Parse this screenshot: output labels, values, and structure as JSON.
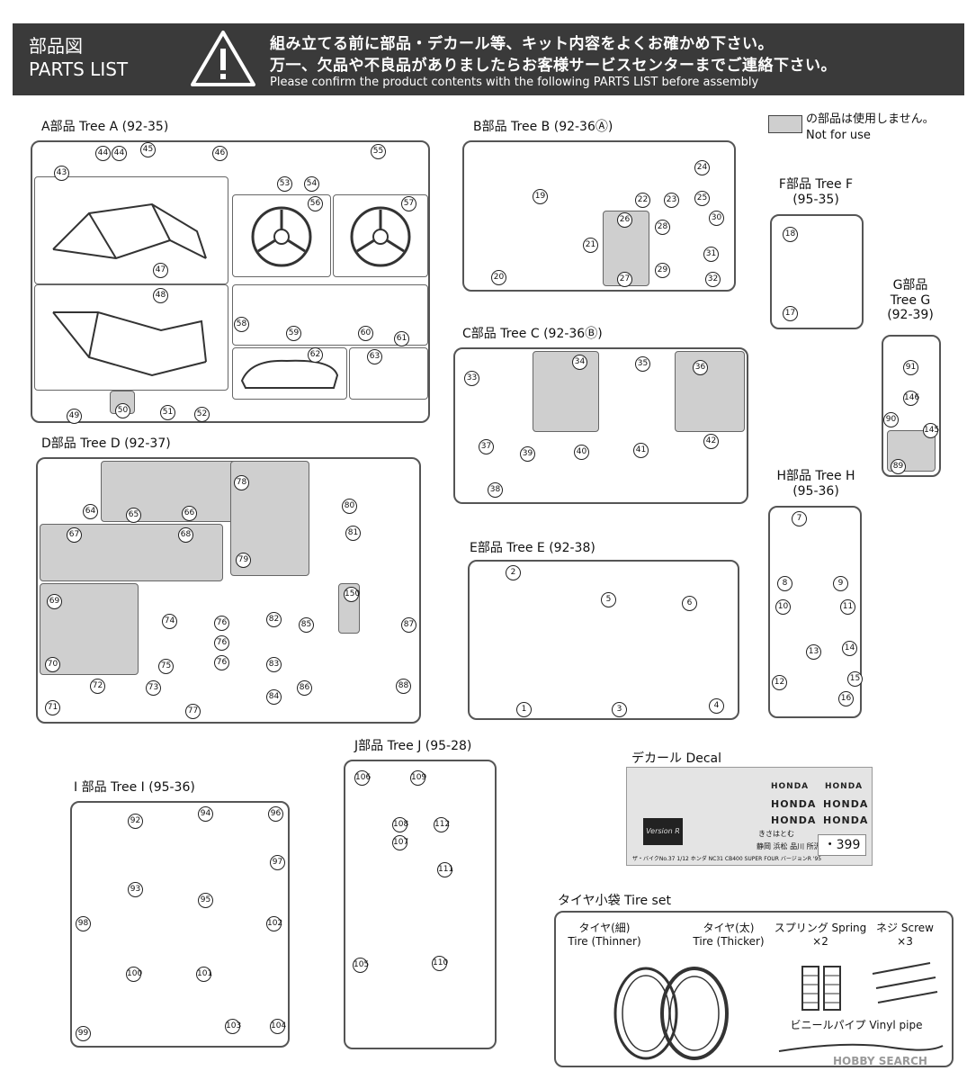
{
  "header": {
    "parts_title_jp": "部品図",
    "parts_title_en": "PARTS LIST",
    "notice_line1": "組み立てる前に部品・デカール等、キット内容をよくお確かめ下さい。",
    "notice_line2": "万一、欠品や不良品がありましたらお客様サービスセンターまでご連絡下さい。",
    "notice_line3": "Please confirm the product contents with the following PARTS LIST before assembly",
    "warning_icon": "warning-triangle-icon"
  },
  "legend": {
    "jp": "の部品は使用しません。",
    "en": "Not for use",
    "color": "#cfcfcf"
  },
  "trees": {
    "A": {
      "label": "A部品 Tree A (92-35)",
      "parts": [
        "43",
        "44",
        "44",
        "45",
        "46",
        "47",
        "48",
        "49",
        "50",
        "51",
        "52",
        "53",
        "54",
        "55",
        "56",
        "57",
        "58",
        "59",
        "60",
        "61",
        "62",
        "63"
      ]
    },
    "B": {
      "label": "B部品 Tree B (92-36Ⓐ)",
      "parts": [
        "19",
        "20",
        "21",
        "22",
        "23",
        "24",
        "25",
        "26",
        "27",
        "28",
        "29",
        "30",
        "31",
        "32"
      ]
    },
    "C": {
      "label": "C部品 Tree C (92-36Ⓑ)",
      "parts": [
        "33",
        "34",
        "35",
        "36",
        "37",
        "38",
        "39",
        "40",
        "41",
        "42"
      ]
    },
    "D": {
      "label": "D部品 Tree D (92-37)",
      "parts": [
        "64",
        "65",
        "66",
        "67",
        "68",
        "69",
        "70",
        "71",
        "72",
        "73",
        "74",
        "75",
        "76",
        "76",
        "76",
        "77",
        "78",
        "79",
        "80",
        "81",
        "82",
        "83",
        "84",
        "85",
        "86",
        "87",
        "88",
        "150"
      ]
    },
    "E": {
      "label": "E部品 Tree E (92-38)",
      "parts": [
        "1",
        "2",
        "3",
        "4",
        "5",
        "6"
      ]
    },
    "F": {
      "label_line1": "F部品 Tree F",
      "label_line2": "(95-35)",
      "parts": [
        "17",
        "18"
      ]
    },
    "G": {
      "label_line1": "G部品",
      "label_line2": "Tree G",
      "label_line3": "(92-39)",
      "parts": [
        "89",
        "90",
        "91",
        "145",
        "146"
      ]
    },
    "H": {
      "label_line1": "H部品 Tree H",
      "label_line2": "(95-36)",
      "parts": [
        "7",
        "8",
        "9",
        "10",
        "11",
        "12",
        "13",
        "14",
        "15",
        "16"
      ]
    },
    "I": {
      "label": "I 部品 Tree I (95-36)",
      "parts": [
        "92",
        "93",
        "94",
        "95",
        "96",
        "97",
        "98",
        "99",
        "100",
        "101",
        "102",
        "103",
        "104"
      ]
    },
    "J": {
      "label": "J部品 Tree J (95-28)",
      "parts": [
        "105",
        "106",
        "107",
        "108",
        "109",
        "110",
        "111",
        "112"
      ]
    }
  },
  "decal": {
    "label": "デカール Decal",
    "brand": "HONDA",
    "plate": "・399",
    "plate_kana": "きさはとむ",
    "logo_text": "Version R",
    "cities": "静岡 浜松 品川 所沢 湘南",
    "caption": "ザ・バイクNo.37 1/12 ホンダ NC31 CB400 SUPER FOUR バージョンR '95"
  },
  "tire_set": {
    "title": "タイヤ小袋 Tire set",
    "thin_jp": "タイヤ(細)",
    "thin_en": "Tire (Thinner)",
    "thick_jp": "タイヤ(太)",
    "thick_en": "Tire (Thicker)",
    "spring": "スプリング Spring",
    "spring_qty": "×2",
    "screw": "ネジ Screw",
    "screw_qty": "×3",
    "vinyl": "ビニールパイプ Vinyl pipe"
  },
  "watermark": "HOBBY SEARCH"
}
